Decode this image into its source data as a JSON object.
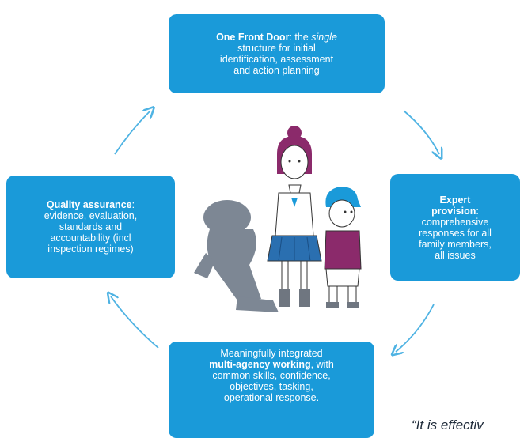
{
  "nodes": {
    "top": {
      "lead_bold": "One Front Door",
      "lead_rest": ": the ",
      "lead_italic": "single",
      "line2": "structure for initial",
      "line3": "identification, assessment",
      "line4": "and action planning"
    },
    "left": {
      "bold": "Quality assurance",
      "bold_suffix": ":",
      "line2": "evidence, evaluation,",
      "line3": "standards and",
      "line4": "accountability (incl",
      "line5": "inspection regimes)"
    },
    "right": {
      "bold1": "Expert",
      "bold2": "provision",
      "bold_suffix": ":",
      "line2": "comprehensive",
      "line3": "responses for all",
      "line4": "family members,",
      "line5": "all issues"
    },
    "bottom": {
      "line1": "Meaningfully integrated",
      "bold": "multi-agency working",
      "bold_suffix": ", with",
      "line3": "common skills, confidence,",
      "line4": "objectives, tasking,",
      "line5": "operational response."
    }
  },
  "quote": "“It is effectiv",
  "colors": {
    "box": "#1a9ad9",
    "arrow": "#4fb3e3",
    "shadow": "#7d8794",
    "skirt": "#2a6fb0",
    "boy_shirt": "#8b2a6b",
    "hair_girl": "#8b2a6b",
    "hair_boy": "#1a9ad9"
  }
}
